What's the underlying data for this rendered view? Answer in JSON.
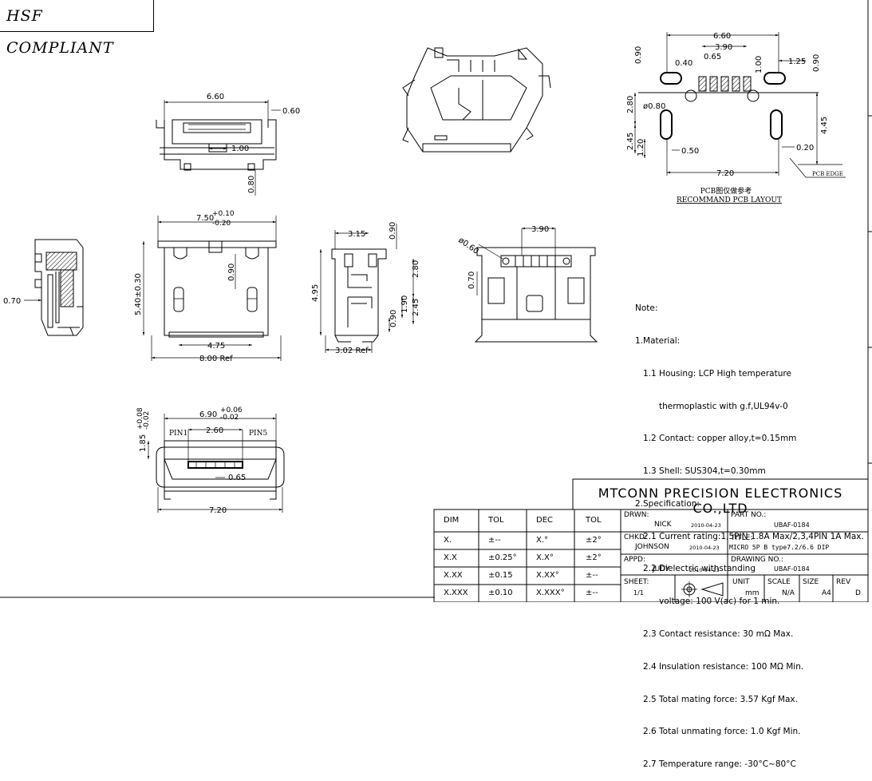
{
  "hsf_label": "HSF COMPLIANT",
  "dims": {
    "top_660": "6.60",
    "top_060": "0.60",
    "top_100": "1.00",
    "top_080": "0.80",
    "front_750": "7.50",
    "front_750_tol_up": "+0.10",
    "front_750_tol_dn": "-0.20",
    "front_540": "5.40±0.30",
    "front_090": "0.90",
    "front_475": "4.75",
    "front_800": "8.00 Ref",
    "side_070": "0.70",
    "sv_315": "3.15",
    "sv_090": "0.90",
    "sv_280": "2.80",
    "sv_495": "4.95",
    "sv_190": "1.90",
    "sv_245": "2.45",
    "sv_090b": "0.90",
    "sv_302": "3.02 Ref",
    "rv_390": "3.90",
    "rv_060": "ø0.60",
    "rv_070": "0.70",
    "bv_690": "6.90",
    "bv_690_up": "+0.06",
    "bv_690_dn": "-0.02",
    "bv_185": "1.85",
    "bv_185_up": "+0.08",
    "bv_185_dn": "-0.02",
    "bv_260": "2.60",
    "bv_065": "0.65",
    "bv_720": "7.20",
    "pin1": "PIN1",
    "pin5": "PIN5",
    "pcb_660": "6.60",
    "pcb_390": "3.90",
    "pcb_040": "0.40",
    "pcb_065": "0.65",
    "pcb_100": "1.00",
    "pcb_125": "1.25",
    "pcb_090a": "0.90",
    "pcb_090b": "0.90",
    "pcb_280": "2.80",
    "pcb_080": "ø0.80",
    "pcb_245": "2.45",
    "pcb_120": "1.20",
    "pcb_050": "0.50",
    "pcb_445": "4.45",
    "pcb_020": "0.20",
    "pcb_720": "7.20",
    "pcb_edge": "PCB EDGE",
    "pcb_cn": "PCB图仅做参考",
    "pcb_en": "RECOMMAND PCB LAYOUT"
  },
  "notes": [
    "Note:",
    "1.Material:",
    "   1.1 Housing: LCP High temperature",
    "         thermoplastic with g.f,UL94v-0",
    "   1.2 Contact: copper alloy,t=0.15mm",
    "   1.3 Shell: SUS304,t=0.30mm",
    "2.Specification:",
    "   2.1 Current rating:1,5PIN 1.8A Max/2,3,4PIN 1A Max.",
    "   2.2 Dielectric withstanding",
    "         voltage: 100 V(ac) for 1 min.",
    "   2.3 Contact resistance: 30 mΩ Max.",
    "   2.4 Insulation resistance: 100 MΩ Min.",
    "   2.5 Total mating force: 3.57 Kgf Max.",
    "   2.6 Total unmating force: 1.0 Kgf Min.",
    "   2.7 Temperature range: -30°C~80°C"
  ],
  "title_block": {
    "company": "MTCONN PRECISION ELECTRONICS CO.,LTD",
    "tol_headers": [
      "DIM",
      "TOL",
      "DEC",
      "TOL"
    ],
    "tol_rows": [
      [
        "X.",
        "±--",
        "X.°",
        "±2°"
      ],
      [
        "X.X",
        "±0.25°",
        "X.X°",
        "±2°"
      ],
      [
        "X.XX",
        "±0.15",
        "X.XX°",
        "±--"
      ],
      [
        "X.XXX",
        "±0.10",
        "X.XXX°",
        "±--"
      ]
    ],
    "drwn_label": "DRWN:",
    "drwn_name": "NICK",
    "drwn_date": "2010-04-23",
    "chkd_label": "CHKD:",
    "chkd_name": "JOHNSON",
    "chkd_date": "2010-04-23",
    "appd_label": "APPD:",
    "appd_name": "JUDY",
    "appd_date": "2010-04-23",
    "sheet_label": "SHEET:",
    "sheet_value": "1/1",
    "partno_label": "PART NO.:",
    "partno_value": "UBAF-0184",
    "title_label": "TITLE:",
    "title_value": "MICRO 5P B type7.2/6.6 DIP",
    "drawingno_label": "DRAWING NO.:",
    "drawingno_value": "UBAF-0184",
    "unit_label": "UNIT",
    "unit_value": "mm",
    "scale_label": "SCALE",
    "scale_value": "N/A",
    "size_label": "SIZE",
    "size_value": "A4",
    "rev_label": "REV",
    "rev_value": "D"
  }
}
